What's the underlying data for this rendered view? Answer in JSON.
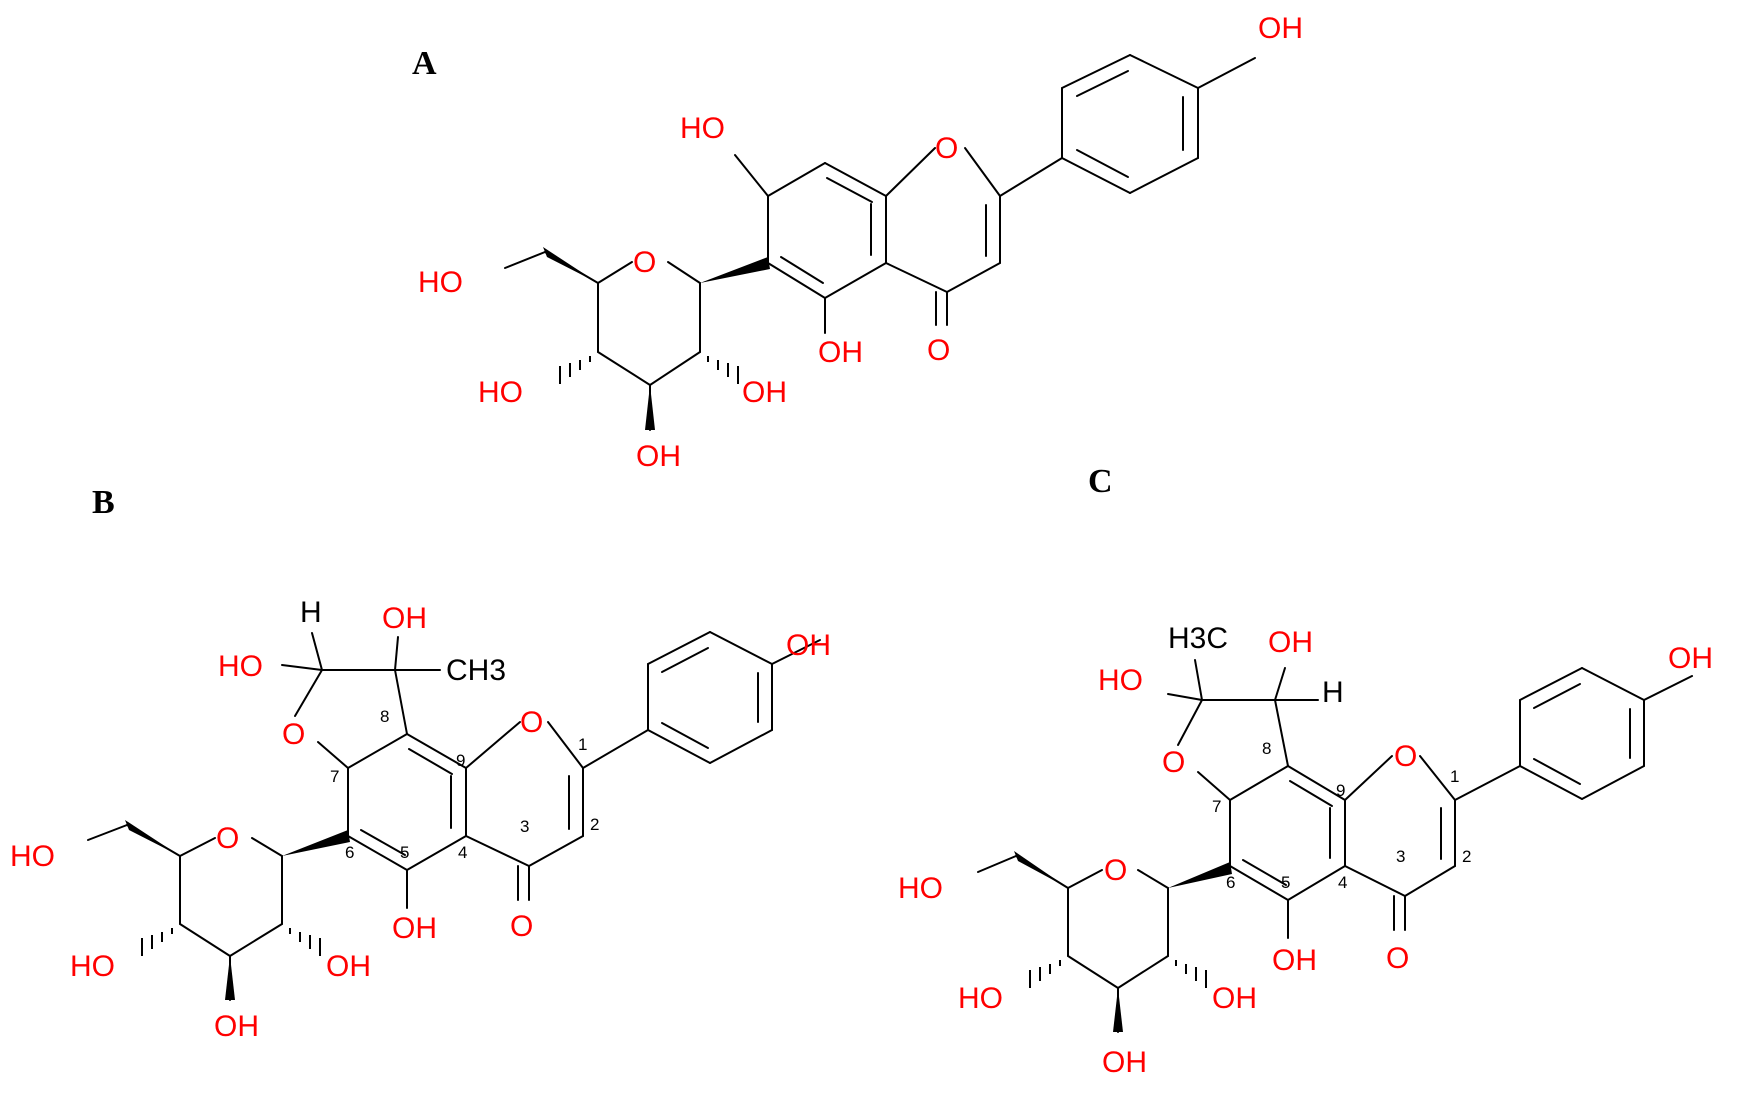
{
  "colors": {
    "bond": "#000000",
    "heteroatom": "#ff0000",
    "carbon_text": "#000000",
    "background": "#ffffff"
  },
  "panels": [
    {
      "label": "A",
      "atoms": {
        "oh_top_right": "OH",
        "oh_c7": "HO",
        "o_ring": "O",
        "oh_ch2": "HO",
        "o_sugar": "O",
        "oh_c5": "OH",
        "o_carbonyl": "O",
        "oh_c3s": "HO",
        "oh_c2s": "OH",
        "oh_c4s": "OH"
      }
    },
    {
      "label": "B",
      "atoms": {
        "h": "H",
        "oh_top": "OH",
        "ho_hemi": "HO",
        "ch3": "CH3",
        "o_furan": "O",
        "o_ring": "O",
        "oh_phenyl": "OH",
        "oh_ch2": "HO",
        "o_sugar": "O",
        "oh_c5": "OH",
        "o_carbonyl": "O",
        "oh_c3s": "HO",
        "oh_c2s": "OH",
        "oh_c4s": "OH"
      },
      "numbers": [
        "1",
        "2",
        "3",
        "4",
        "5",
        "6",
        "7",
        "8",
        "9"
      ]
    },
    {
      "label": "C",
      "atoms": {
        "ch3": "H3C",
        "oh_top": "OH",
        "ho_hemi": "HO",
        "h": "H",
        "o_furan": "O",
        "o_ring": "O",
        "oh_phenyl": "OH",
        "oh_ch2": "HO",
        "o_sugar": "O",
        "oh_c5": "OH",
        "o_carbonyl": "O",
        "oh_c3s": "HO",
        "oh_c2s": "OH",
        "oh_c4s": "OH"
      },
      "numbers": [
        "1",
        "2",
        "3",
        "4",
        "5",
        "6",
        "7",
        "8",
        "9"
      ]
    }
  ]
}
